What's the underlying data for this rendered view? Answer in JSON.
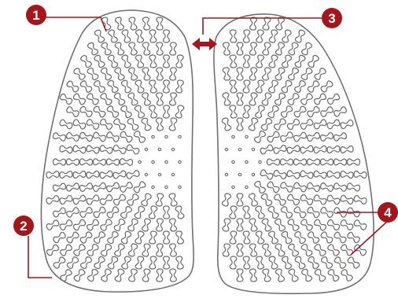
{
  "colors": {
    "outline": "#707070",
    "accent": "#a3171c",
    "background": "#ffffff"
  },
  "callouts": [
    {
      "number": "1"
    },
    {
      "number": "2"
    },
    {
      "number": "3"
    },
    {
      "number": "4"
    }
  ]
}
